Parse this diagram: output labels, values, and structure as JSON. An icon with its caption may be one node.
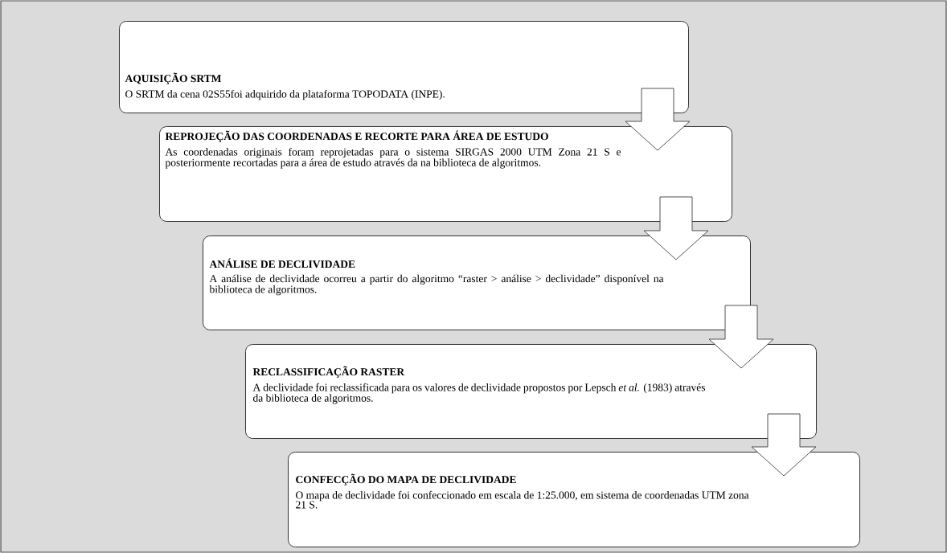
{
  "diagram": {
    "nodes": [
      {
        "text": [
          "AQUISIÇÃO SRTM",
          "O SRTM da cena 02S55foi adquirido da plataforma TOPODATA (INPE)."
        ]
      },
      {
        "text": [
          "REPROJEÇÃO DAS COORDENADAS E RECORTE PARA ÁREA DE ESTUDO",
          "As coordenadas originais foram reprojetadas para o sistema SIRGAS 2000 UTM Zona 21 S e posteriormente recortadas para a área de estudo através da na biblioteca de algoritmos."
        ]
      },
      {
        "text": [
          "ANÁLISE DE DECLIVIDADE",
          "A análise de declividade ocorreu a partir do algoritmo “raster > análise > declividade” disponível na biblioteca de algoritmos."
        ]
      },
      {
        "text": [
          "RECLASSIFICAÇÃO RASTER",
          "A declividade foi reclassificada para os valores de declividade propostos por Lepsch *et al.* (1983) através da biblioteca de algoritmos."
        ]
      },
      {
        "text": [
          "CONFECÇÃO DO MAPA DE DECLIVIDADE",
          "O mapa de declividade foi confeccionado em escala de 1:25.000, em sistema de coordenadas UTM zona 21 S."
        ]
      }
    ],
    "edges": [
      {
        "from": 0,
        "to": 1,
        "arrow": "to"
      },
      {
        "from": 1,
        "to": 2,
        "arrow": "to"
      },
      {
        "from": 2,
        "to": 3,
        "arrow": "to"
      },
      {
        "from": 3,
        "to": 4,
        "arrow": "to"
      }
    ]
  }
}
